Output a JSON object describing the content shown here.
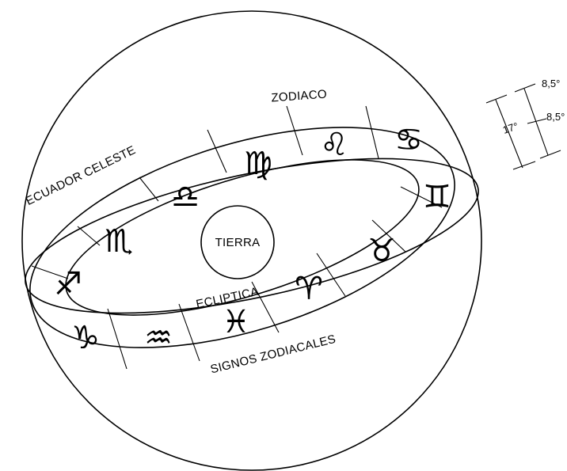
{
  "labels": {
    "zodiaco": "ZODIACO",
    "ecuador_celeste": "ECUADOR CELESTE",
    "tierra": "TIERRA",
    "ecliptica": "ECLIPTICA",
    "signos_zodiacales": "SIGNOS ZODIACALES"
  },
  "dimensions": {
    "total": "17°",
    "upper_half": "8,5°",
    "lower_half": "8,5°"
  },
  "zodiac_signs": [
    {
      "name": "capricornio",
      "glyph": "♑"
    },
    {
      "name": "acuario",
      "glyph": "♒"
    },
    {
      "name": "piscis",
      "glyph": "♓"
    },
    {
      "name": "aries",
      "glyph": "♈"
    },
    {
      "name": "tauro",
      "glyph": "♉"
    },
    {
      "name": "geminis",
      "glyph": "♊"
    },
    {
      "name": "cancer",
      "glyph": "♋"
    },
    {
      "name": "leo",
      "glyph": "♌"
    },
    {
      "name": "virgo",
      "glyph": "♍"
    },
    {
      "name": "libra",
      "glyph": "♎"
    },
    {
      "name": "escorpio",
      "glyph": "♏"
    },
    {
      "name": "sagitario",
      "glyph": "♐"
    }
  ],
  "colors": {
    "ink": "#000000",
    "paper": "#ffffff"
  }
}
